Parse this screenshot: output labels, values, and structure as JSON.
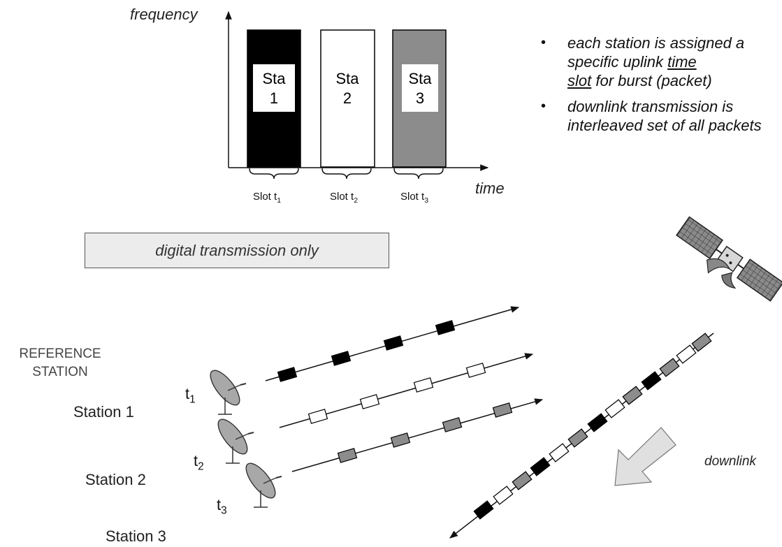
{
  "chart": {
    "y_label": "frequency",
    "x_label": "time",
    "stations": [
      {
        "line1": "Sta",
        "line2": "1",
        "fill": "#000000"
      },
      {
        "line1": "Sta",
        "line2": "2",
        "fill": "#ffffff"
      },
      {
        "line1": "Sta",
        "line2": "3",
        "fill": "#8c8c8c"
      }
    ],
    "slots": [
      {
        "text": "Slot t",
        "sub": "1"
      },
      {
        "text": "Slot t",
        "sub": "2"
      },
      {
        "text": "Slot t",
        "sub": "3"
      }
    ]
  },
  "bullets": {
    "b1": {
      "pre": "each station is assigned a specific uplink ",
      "u1": "time",
      "u2": "slot",
      "post": " for burst (packet)"
    },
    "b2": "downlink transmission is interleaved set of all packets"
  },
  "note": "digital transmission only",
  "reference_label": {
    "line1": "REFERENCE",
    "line2": "STATION"
  },
  "stations_ground": [
    {
      "name": "Station 1",
      "t": "t",
      "t_sub": "1"
    },
    {
      "name": "Station 2",
      "t": "t",
      "t_sub": "2"
    },
    {
      "name": "Station 3",
      "t": "t",
      "t_sub": "3"
    }
  ],
  "downlink_label": "downlink",
  "colors": {
    "black_packet": "#000000",
    "white_packet": "#ffffff",
    "gray_packet": "#8c8c8c",
    "arrow_fill": "#e0e0e0"
  }
}
